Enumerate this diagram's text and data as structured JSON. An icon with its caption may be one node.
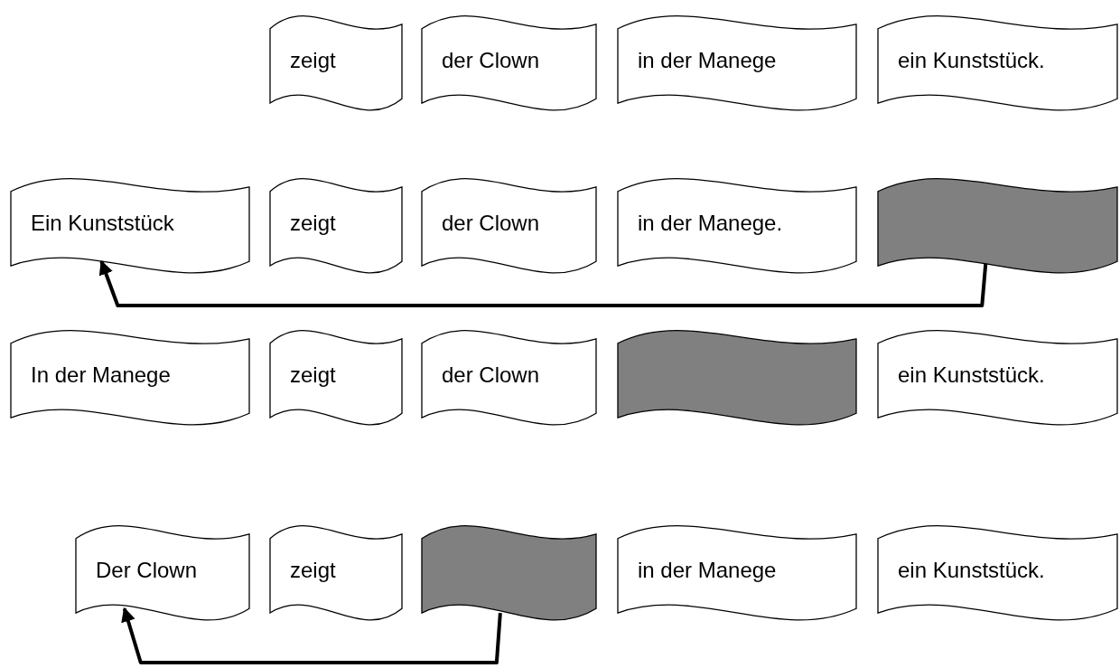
{
  "diagram": {
    "nodes": [
      {
        "text": [
          "zeigt"
        ]
      },
      {
        "text": [
          "der Clown"
        ]
      },
      {
        "text": [
          "in der Manege"
        ]
      },
      {
        "text": [
          "ein Kunststück."
        ]
      },
      {
        "text": [
          "Ein Kunststück"
        ]
      },
      {
        "text": [
          "zeigt"
        ]
      },
      {
        "text": [
          "der Clown"
        ]
      },
      {
        "text": [
          "in der Manege."
        ]
      },
      {
        "text": [],
        "shape": "banner"
      },
      {
        "text": [
          "In der Manege"
        ]
      },
      {
        "text": [
          "zeigt"
        ]
      },
      {
        "text": [
          "der Clown"
        ]
      },
      {
        "text": [],
        "shape": "banner"
      },
      {
        "text": [
          "ein Kunststück."
        ]
      },
      {
        "text": [
          "Der Clown"
        ]
      },
      {
        "text": [
          "zeigt"
        ]
      },
      {
        "text": [],
        "shape": "banner"
      },
      {
        "text": [
          "in der Manege"
        ]
      },
      {
        "text": [
          "ein Kunststück."
        ]
      }
    ],
    "edges": [
      {
        "from": 8,
        "to": 4,
        "arrow": "to"
      },
      {
        "from": 16,
        "to": 14,
        "arrow": "to"
      }
    ]
  }
}
